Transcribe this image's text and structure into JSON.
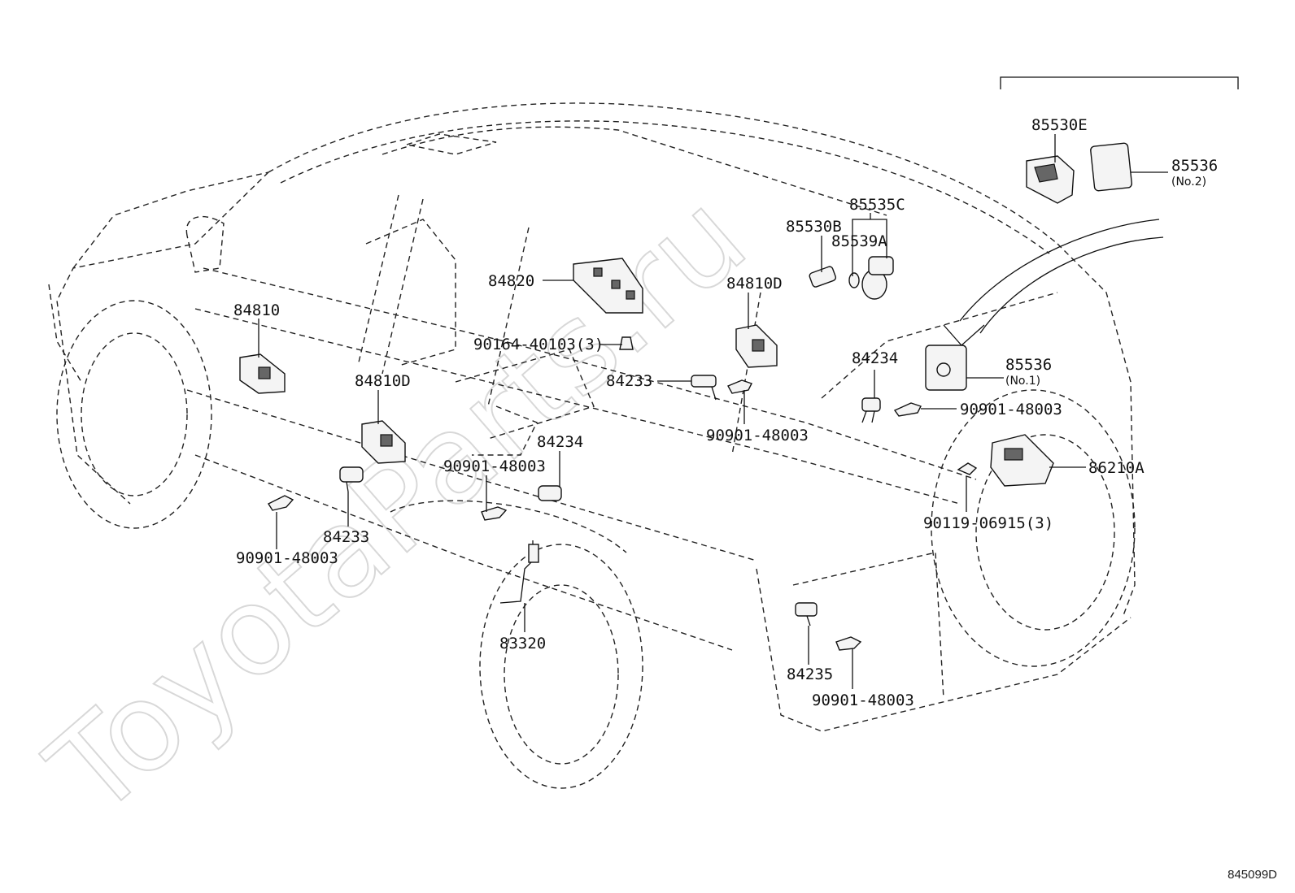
{
  "watermark": "ToyotaParts.ru",
  "diagram_ref": "845099D",
  "callouts": {
    "c85530E": "85530E",
    "c85536_no2": "85536",
    "c85536_no2_qty": "(No.2)",
    "c85535C": "85535C",
    "c85530B": "85530B",
    "c85539A": "85539A",
    "c84820": "84820",
    "c84810D_r": "84810D",
    "c84810": "84810",
    "c90164": "90164-40103(3)",
    "c84233_top": "84233",
    "c90901_mid": "90901-48003",
    "c84234_r": "84234",
    "c85536_no1": "85536",
    "c85536_no1_qty": "(No.1)",
    "c90901_right": "90901-48003",
    "c86210A": "86210A",
    "c90119": "90119-06915(3)",
    "c84810D_l": "84810D",
    "c84234_l": "84234",
    "c90901_center": "90901-48003",
    "c84233_l": "84233",
    "c90901_left": "90901-48003",
    "c83320": "83320",
    "c84235": "84235",
    "c90901_bottom": "90901-48003"
  }
}
